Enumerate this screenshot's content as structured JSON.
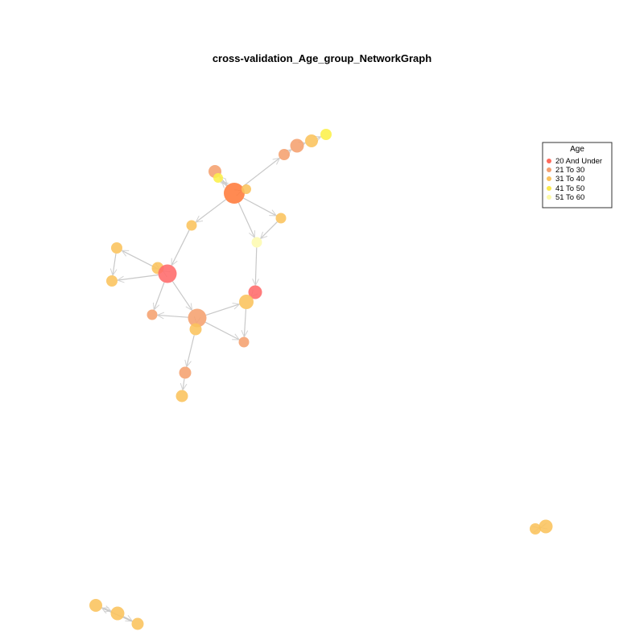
{
  "title": "cross-validation_Age_group_NetworkGraph",
  "legend": {
    "title": "Age",
    "items": [
      {
        "label": "20 And Under",
        "color": "#ff6a5c"
      },
      {
        "label": "21 To 30",
        "color": "#f4a072"
      },
      {
        "label": "31 To 40",
        "color": "#fbc25e"
      },
      {
        "label": "41 To 50",
        "color": "#fbe94c"
      },
      {
        "label": "51 To 60",
        "color": "#fdfaa8"
      }
    ]
  },
  "colors": {
    "g20": "#ff6a6a",
    "g20b": "#ff7a3a",
    "g21": "#f5a16e",
    "g31": "#fbc35c",
    "g41": "#fcf04a",
    "g51": "#fdfbb0",
    "edge": "#c8c8c8"
  }
}
